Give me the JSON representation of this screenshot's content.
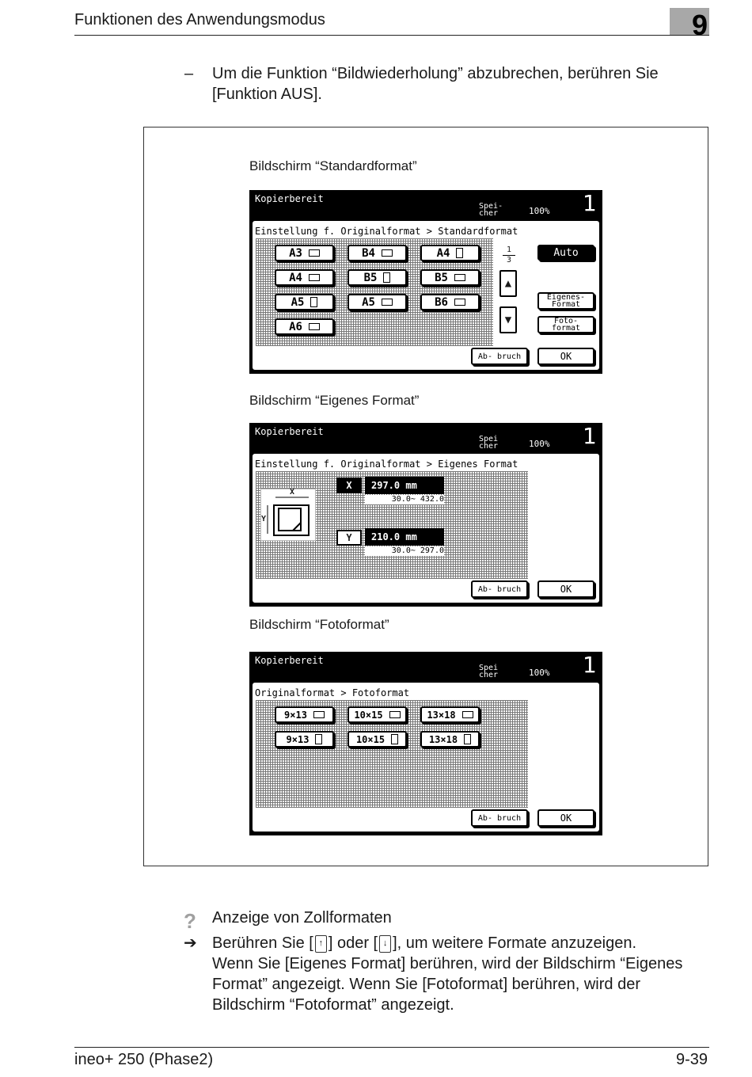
{
  "header": {
    "title": "Funktionen des Anwendungsmodus",
    "chapter": "9"
  },
  "intro": {
    "dash": "–",
    "text": "Um die Funktion “Bildwiederholung” abzubrechen, berühren Sie [Funktion AUS]."
  },
  "screen_std": {
    "caption": "Bildschirm “Standardformat”",
    "status": "Kopierbereit",
    "memory": "Spei- cher",
    "percent": "100%",
    "count": "1",
    "breadcrumb": "Einstellung f. Originalformat > Standardformat",
    "formats": [
      "A3",
      "B4",
      "A4",
      "A4",
      "B5",
      "B5",
      "A5",
      "A5",
      "B6",
      "A6"
    ],
    "pager_top": "1",
    "pager_bottom": "3",
    "auto": "Auto",
    "custom": "Eigenes- Format",
    "photo": "Foto- format",
    "cancel": "Ab- bruch",
    "ok": "OK"
  },
  "screen_custom": {
    "caption": "Bildschirm “Eigenes Format”",
    "status": "Kopierbereit",
    "memory": "Spei cher",
    "percent": "100%",
    "count": "1",
    "breadcrumb": "Einstellung f. Originalformat > Eigenes Format",
    "x_label": "X",
    "x_value": "297.0 mm",
    "x_range": "30.0~ 432.0",
    "y_label": "Y",
    "y_value": "210.0 mm",
    "y_range": "30.0~ 297.0",
    "fig_x": "X",
    "fig_y": "Y",
    "cancel": "Ab- bruch",
    "ok": "OK"
  },
  "screen_photo": {
    "caption": "Bildschirm “Fotoformat”",
    "status": "Kopierbereit",
    "memory": "Spei cher",
    "percent": "100%",
    "count": "1",
    "breadcrumb": "Originalformat > Fotoformat",
    "formats": [
      "9×13",
      "10×15",
      "13×18",
      "9×13",
      "10×15",
      "13×18"
    ],
    "cancel": "Ab- bruch",
    "ok": "OK"
  },
  "note": {
    "title": "Anzeige von Zollformaten",
    "line1_a": "Berühren Sie [",
    "line1_b": "] oder [",
    "line1_c": "], um weitere Formate anzuzeigen.",
    "line2": "Wenn Sie [Eigenes Format] berühren, wird der Bildschirm “Eigenes Format” angezeigt. Wenn Sie [Fotoformat] berühren, wird der Bildschirm “Fotoformat” angezeigt."
  },
  "footer": {
    "left": "ineo+ 250 (Phase2)",
    "right": "9-39"
  }
}
